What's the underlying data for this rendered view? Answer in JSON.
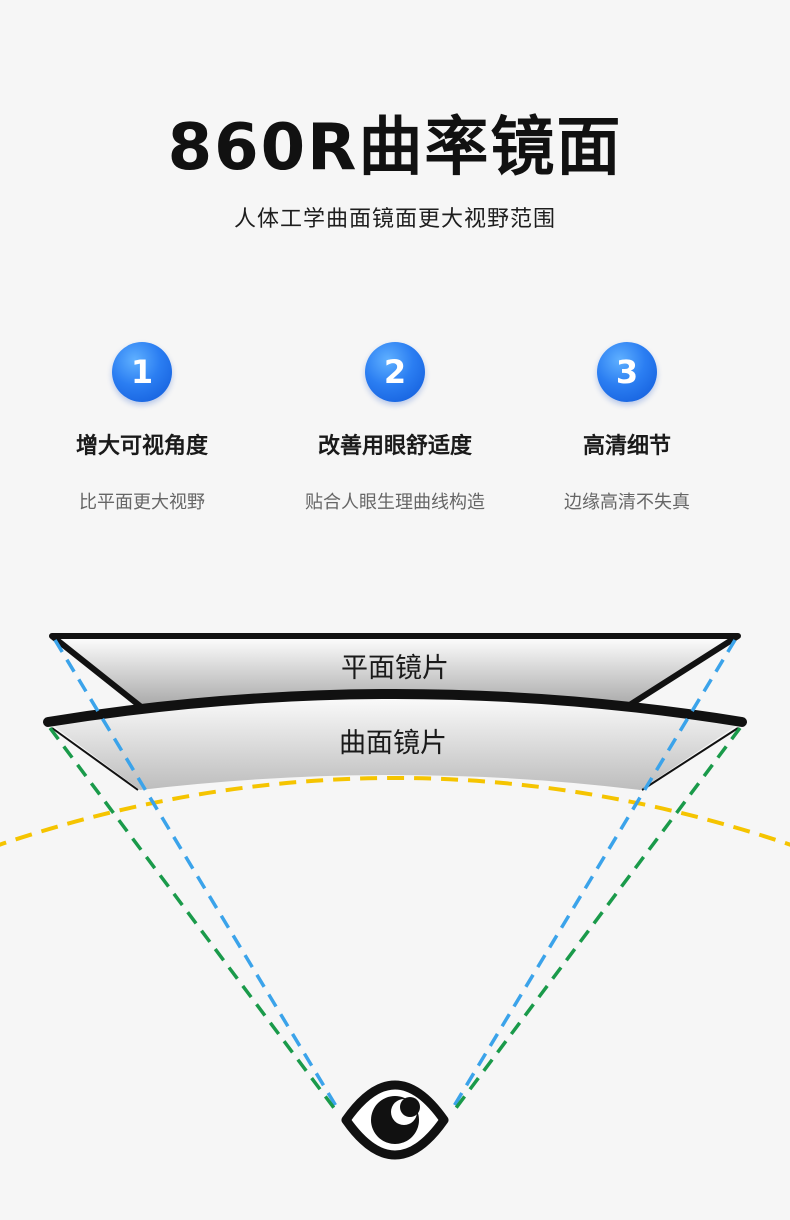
{
  "header": {
    "title": "860R曲率镜面",
    "subtitle": "人体工学曲面镜面更大视野范围"
  },
  "features": [
    {
      "number": "1",
      "title": "增大可视角度",
      "desc": "比平面更大视野"
    },
    {
      "number": "2",
      "title": "改善用眼舒适度",
      "desc": "贴合人眼生理曲线构造"
    },
    {
      "number": "3",
      "title": "高清细节",
      "desc": "边缘高清不失真"
    }
  ],
  "diagram": {
    "flat_label": "平面镜片",
    "curved_label": "曲面镜片",
    "colors": {
      "flat_sightline": "#3ba3ea",
      "curved_sightline": "#1a9a4a",
      "arc": "#f5c400",
      "frame": "#111111"
    },
    "icon": "eye-icon"
  }
}
